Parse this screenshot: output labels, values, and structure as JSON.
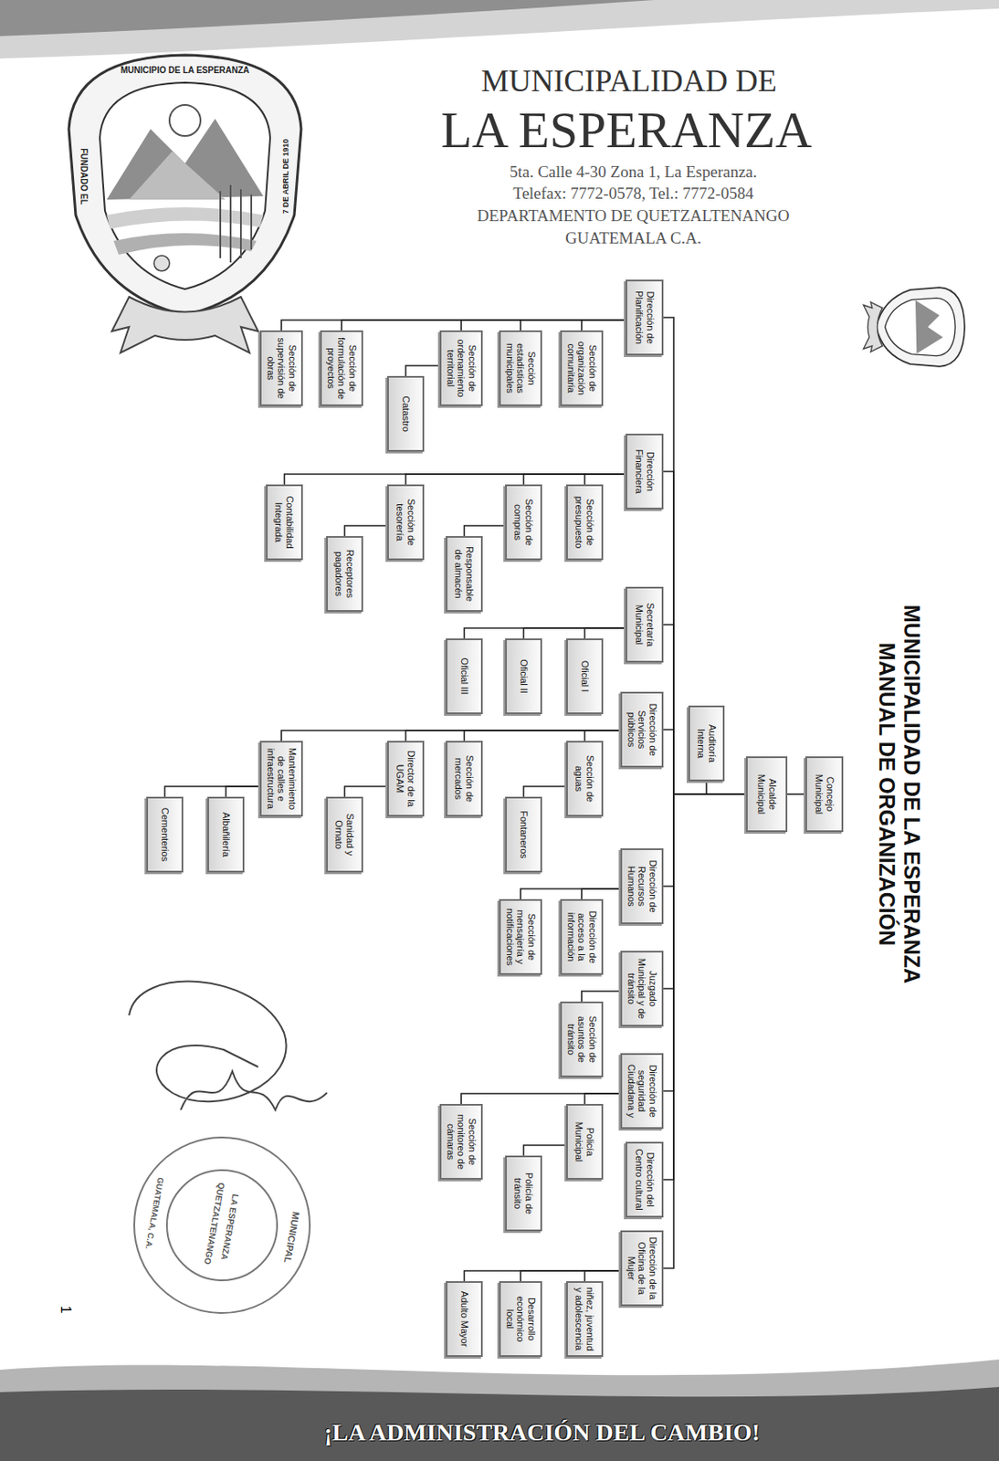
{
  "diagram": {
    "title": "MUNICIPALIDAD DE LA ESPERANZA MANUAL DE ORGANIZACIÓN",
    "nodes": [
      {
        "text": [
          "Concejo Municipal"
        ]
      },
      {
        "text": [
          "Alcalde Municipal"
        ]
      },
      {
        "text": [
          "Auditoría Interna"
        ]
      },
      {
        "text": [
          "Dirección de Planificación"
        ]
      },
      {
        "text": [
          "Sección de organización comunitaria"
        ]
      },
      {
        "text": [
          "Sección estadísticas municipales"
        ]
      },
      {
        "text": [
          "Sección de ordenamiento territorial"
        ]
      },
      {
        "text": [
          "Catastro"
        ]
      },
      {
        "text": [
          "Sección de formulación de proyectos"
        ]
      },
      {
        "text": [
          "Sección de supervisión de obras"
        ]
      },
      {
        "text": [
          "Dirección Financiera"
        ]
      },
      {
        "text": [
          "Sección de presupuesto"
        ]
      },
      {
        "text": [
          "Sección de compras"
        ]
      },
      {
        "text": [
          "Responsable de almacén"
        ]
      },
      {
        "text": [
          "Sección de tesorería"
        ]
      },
      {
        "text": [
          "Receptores pagadores"
        ]
      },
      {
        "text": [
          "Contabilidad Integrada"
        ]
      },
      {
        "text": [
          "Secretaría Municipal"
        ]
      },
      {
        "text": [
          "Oficial I"
        ]
      },
      {
        "text": [
          "Oficial II"
        ]
      },
      {
        "text": [
          "Oficial III"
        ]
      },
      {
        "text": [
          "Dirección de Servicios públicos"
        ]
      },
      {
        "text": [
          "Sección de aguas"
        ]
      },
      {
        "text": [
          "Fontaneros"
        ]
      },
      {
        "text": [
          "Sección de mercados"
        ]
      },
      {
        "text": [
          "Director de la UGAM"
        ]
      },
      {
        "text": [
          "Sanidad y Ornato"
        ]
      },
      {
        "text": [
          "Mantenimiento de calles e infraestructura"
        ]
      },
      {
        "text": [
          "Albañilería"
        ]
      },
      {
        "text": [
          "Cementerios"
        ]
      },
      {
        "text": [
          "Dirección de Recursos Humanos"
        ]
      },
      {
        "text": [
          "Dirección de acceso a la información"
        ]
      },
      {
        "text": [
          "Sección de mensajería y notificaciones"
        ]
      },
      {
        "text": [
          "Juzgado Municipal y de tránsito"
        ]
      },
      {
        "text": [
          "Sección de asuntos de tránsito"
        ]
      },
      {
        "text": [
          "Dirección de seguridad Ciudadana y"
        ]
      },
      {
        "text": [
          "Policía Municipal"
        ]
      },
      {
        "text": [
          "Policía de tránsito"
        ]
      },
      {
        "text": [
          "Sección de monitoreo de cámaras"
        ]
      },
      {
        "text": [
          "Dirección del Centro cultural"
        ]
      },
      {
        "text": [
          "Dirección de la Oficina de la Mujer"
        ]
      },
      {
        "text": [
          "niñez, juventud y adolescencia"
        ]
      },
      {
        "text": [
          "Desarrollo económico local"
        ]
      },
      {
        "text": [
          "Adulto Mayor"
        ]
      }
    ],
    "edges": [
      {
        "from": 0,
        "to": 1,
        "arrow": "none"
      },
      {
        "from": 1,
        "to": 2,
        "arrow": "none"
      },
      {
        "from": 1,
        "to": 3,
        "arrow": "none"
      },
      {
        "from": 1,
        "to": 10,
        "arrow": "none"
      },
      {
        "from": 1,
        "to": 17,
        "arrow": "none"
      },
      {
        "from": 1,
        "to": 21,
        "arrow": "none"
      },
      {
        "from": 1,
        "to": 30,
        "arrow": "none"
      },
      {
        "from": 1,
        "to": 33,
        "arrow": "none"
      },
      {
        "from": 1,
        "to": 35,
        "arrow": "none"
      },
      {
        "from": 1,
        "to": 39,
        "arrow": "none"
      },
      {
        "from": 1,
        "to": 40,
        "arrow": "none"
      },
      {
        "from": 3,
        "to": 4,
        "arrow": "none"
      },
      {
        "from": 3,
        "to": 5,
        "arrow": "none"
      },
      {
        "from": 3,
        "to": 6,
        "arrow": "none"
      },
      {
        "from": 6,
        "to": 7,
        "arrow": "none"
      },
      {
        "from": 3,
        "to": 8,
        "arrow": "none"
      },
      {
        "from": 3,
        "to": 9,
        "arrow": "none"
      },
      {
        "from": 10,
        "to": 11,
        "arrow": "none"
      },
      {
        "from": 10,
        "to": 12,
        "arrow": "none"
      },
      {
        "from": 12,
        "to": 13,
        "arrow": "none"
      },
      {
        "from": 10,
        "to": 14,
        "arrow": "none"
      },
      {
        "from": 14,
        "to": 15,
        "arrow": "none"
      },
      {
        "from": 10,
        "to": 16,
        "arrow": "none"
      },
      {
        "from": 17,
        "to": 18,
        "arrow": "none"
      },
      {
        "from": 17,
        "to": 19,
        "arrow": "none"
      },
      {
        "from": 17,
        "to": 20,
        "arrow": "none"
      },
      {
        "from": 21,
        "to": 22,
        "arrow": "none"
      },
      {
        "from": 22,
        "to": 23,
        "arrow": "none"
      },
      {
        "from": 21,
        "to": 24,
        "arrow": "none"
      },
      {
        "from": 21,
        "to": 25,
        "arrow": "none"
      },
      {
        "from": 25,
        "to": 26,
        "arrow": "none"
      },
      {
        "from": 21,
        "to": 27,
        "arrow": "none"
      },
      {
        "from": 27,
        "to": 28,
        "arrow": "none"
      },
      {
        "from": 27,
        "to": 29,
        "arrow": "none"
      },
      {
        "from": 30,
        "to": 31,
        "arrow": "none"
      },
      {
        "from": 30,
        "to": 32,
        "arrow": "none"
      },
      {
        "from": 33,
        "to": 34,
        "arrow": "none"
      },
      {
        "from": 35,
        "to": 36,
        "arrow": "none"
      },
      {
        "from": 36,
        "to": 37,
        "arrow": "none"
      },
      {
        "from": 35,
        "to": 38,
        "arrow": "none"
      },
      {
        "from": 40,
        "to": 41,
        "arrow": "none"
      },
      {
        "from": 40,
        "to": 42,
        "arrow": "none"
      },
      {
        "from": 40,
        "to": 43,
        "arrow": "none"
      }
    ],
    "labels": [
      "MUNICIPIO DE LA ESPERANZA",
      "FUNDADO EL",
      "7 DE ABRIL DE 1910",
      "MUNICIPALIDAD DE",
      "LA ESPERANZA",
      "5ta. Calle 4-30 Zona 1, La Esperanza.",
      "Telefax: 7772-0578, Tel.: 7772-0584",
      "DEPARTAMENTO DE QUETZALTENANGO",
      "GUATEMALA C.A.",
      "1",
      "MUNICIPAL",
      "LA ESPERANZA",
      "QUETZALTENANGO",
      "GUATEMALA, C.A.",
      "¡LA ADMINISTRACIÓN DEL CAMBIO!"
    ]
  }
}
